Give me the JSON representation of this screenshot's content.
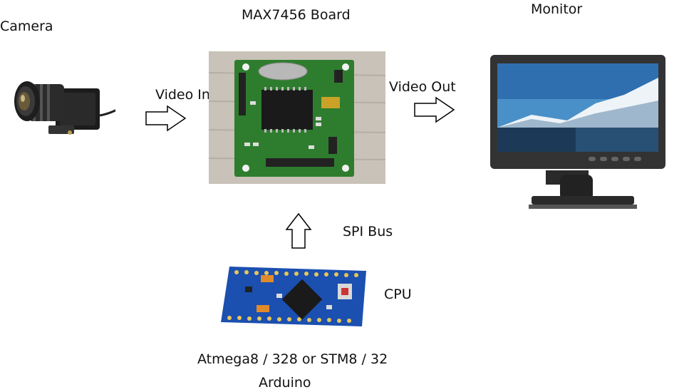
{
  "labels": {
    "camera": "Camera",
    "board": "MAX7456 Board",
    "monitor": "Monitor",
    "video_in": "Video In",
    "video_out": "Video Out",
    "spi_bus": "SPI Bus",
    "cpu": "CPU",
    "cpu_options": "Atmega8 / 328 or STM8 / 32",
    "arduino": "Arduino"
  },
  "colors": {
    "board_pcb": "#2e7d2e",
    "cpu_pcb": "#1b4fb0",
    "monitor_frame": "#333333",
    "sky": "#4a90c8"
  }
}
